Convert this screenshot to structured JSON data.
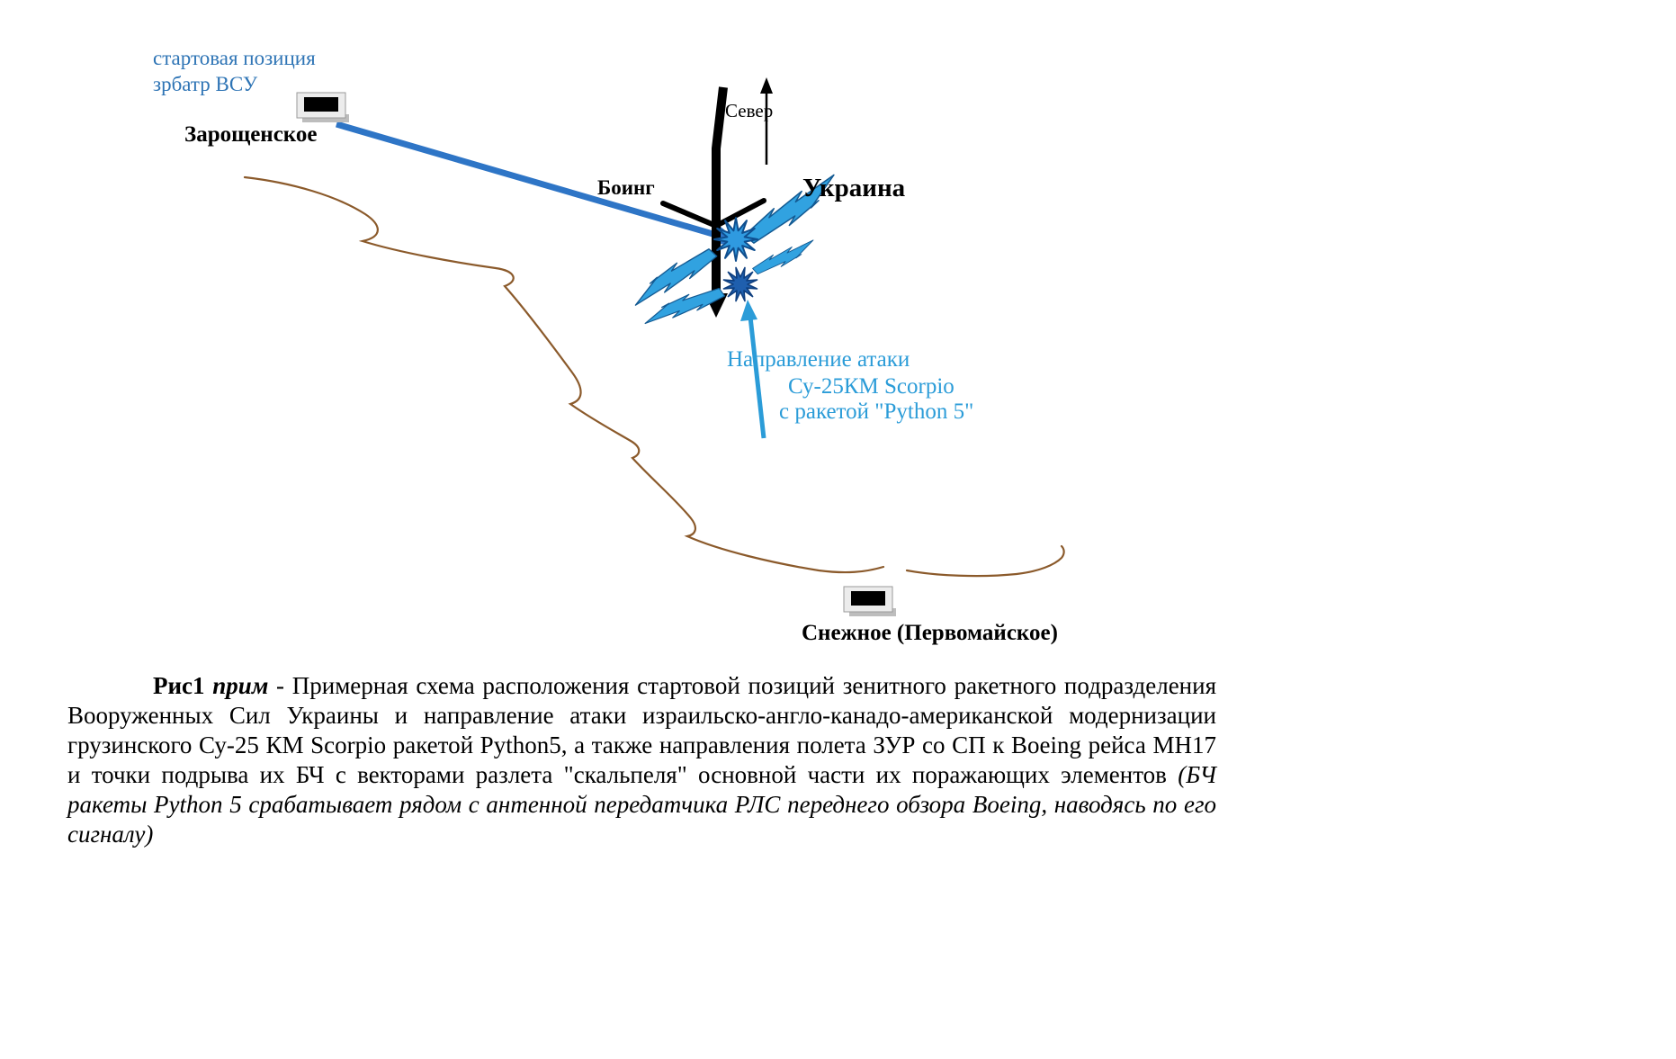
{
  "diagram": {
    "launcher_label": {
      "line1": "стартовая позиция",
      "line2": "зрбатр ВСУ"
    },
    "site1": {
      "name": "Зарощенское"
    },
    "boeing_label": "Боинг",
    "north_label": "Север",
    "country_label": "Украина",
    "attack_label": {
      "line1": "Направление атаки",
      "line2": "Су-25КМ Scorpio",
      "line3": "с ракетой \"Python 5\""
    },
    "site2": {
      "name": "Снежное (Первомайское)"
    }
  },
  "caption": {
    "fig_label": "Рис1 ",
    "note_label": "прим ",
    "text_main": "- Примерная схема расположения стартовой позиций зенитного ракетного подразделения Вооруженных Сил Украины и направление атаки израильско-англо-канадо-американской модернизации грузинского Су-25 КМ Scorpio ракетой Python5, а также направления полета ЗУР со  СП к Boeing рейса МН17 и точки подрыва их БЧ с векторами разлета \"скальпеля\" основной части их поражающих элементов  ",
    "text_italic": "(БЧ ракеты Python 5 срабатывает рядом с антенной передатчика РЛС переднего обзора Boeing, наводясь по его сигналу)"
  },
  "icons": {
    "site_marker": "radar-site-marker",
    "explosion": "explosion-burst",
    "fragment_vector": "lightning-bolt",
    "north_arrow": "north-arrow",
    "attack_arrow": "attack-direction-arrow"
  },
  "colors": {
    "label_blue": "#2e74b5",
    "attack_blue": "#2b9cd8",
    "trajectory_blue": "#2e75c6",
    "bolt_blue": "#31a2e0",
    "burst_blue": "#2f9ae0",
    "burst_dark": "#1f5fae",
    "border_brown": "#8b5a2b",
    "black": "#000000"
  }
}
